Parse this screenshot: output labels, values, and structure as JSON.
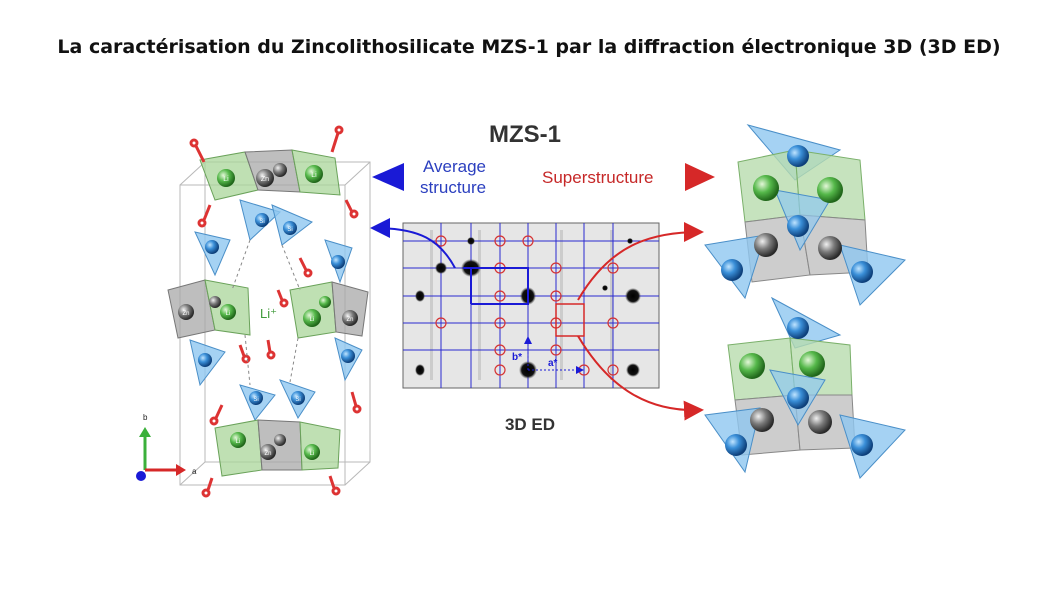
{
  "title": "La caractérisation du Zincolithosilicate MZS-1 par la diffraction électronique 3D (3D ED)",
  "figure": {
    "center_title": "MZS-1",
    "average_label_line1": "Average",
    "average_label_line2": "structure",
    "superstructure_label": "Superstructure",
    "bottom_label": "3D ED",
    "axis_b_star": "b*",
    "axis_a_star": "a*",
    "li_plus": "Li⁺",
    "atom_li": "Li",
    "atom_zn": "Zn",
    "atom_si": "Si",
    "axis_b": "b",
    "axis_a": "a"
  },
  "colors": {
    "average_arrow": "#1a1ad6",
    "superstructure_arrow": "#d62828",
    "average_text": "#2b3fbf",
    "superstructure_text": "#c62828",
    "grid_blue": "#2a2ad0",
    "red_circle": "#d63333",
    "li_green": "#55b84a",
    "zn_gray": "#7a7a7a",
    "si_blue": "#3a8fd8"
  }
}
